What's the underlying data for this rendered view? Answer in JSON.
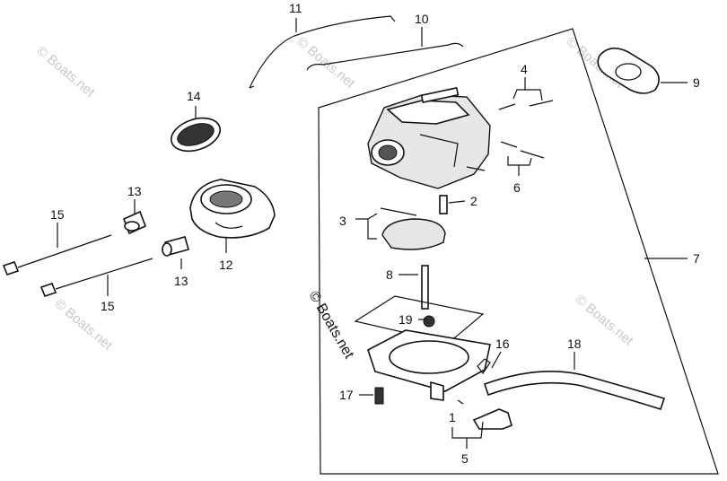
{
  "callouts": [
    {
      "id": "c11",
      "text": "11"
    },
    {
      "id": "c10",
      "text": "10"
    },
    {
      "id": "c4",
      "text": "4"
    },
    {
      "id": "c9",
      "text": "9"
    },
    {
      "id": "c14",
      "text": "14"
    },
    {
      "id": "c13a",
      "text": "13"
    },
    {
      "id": "c2",
      "text": "2"
    },
    {
      "id": "c6",
      "text": "6"
    },
    {
      "id": "c3",
      "text": "3"
    },
    {
      "id": "c15a",
      "text": "15"
    },
    {
      "id": "c7",
      "text": "7"
    },
    {
      "id": "c12",
      "text": "12"
    },
    {
      "id": "c13b",
      "text": "13"
    },
    {
      "id": "c8",
      "text": "8"
    },
    {
      "id": "c15b",
      "text": "15"
    },
    {
      "id": "c19",
      "text": "19"
    },
    {
      "id": "c16",
      "text": "16"
    },
    {
      "id": "c18",
      "text": "18"
    },
    {
      "id": "c17",
      "text": "17"
    },
    {
      "id": "c1",
      "text": "1"
    },
    {
      "id": "c5",
      "text": "5"
    }
  ],
  "watermark": {
    "text": "© Boats.net",
    "center_text": "© Boats.net"
  }
}
